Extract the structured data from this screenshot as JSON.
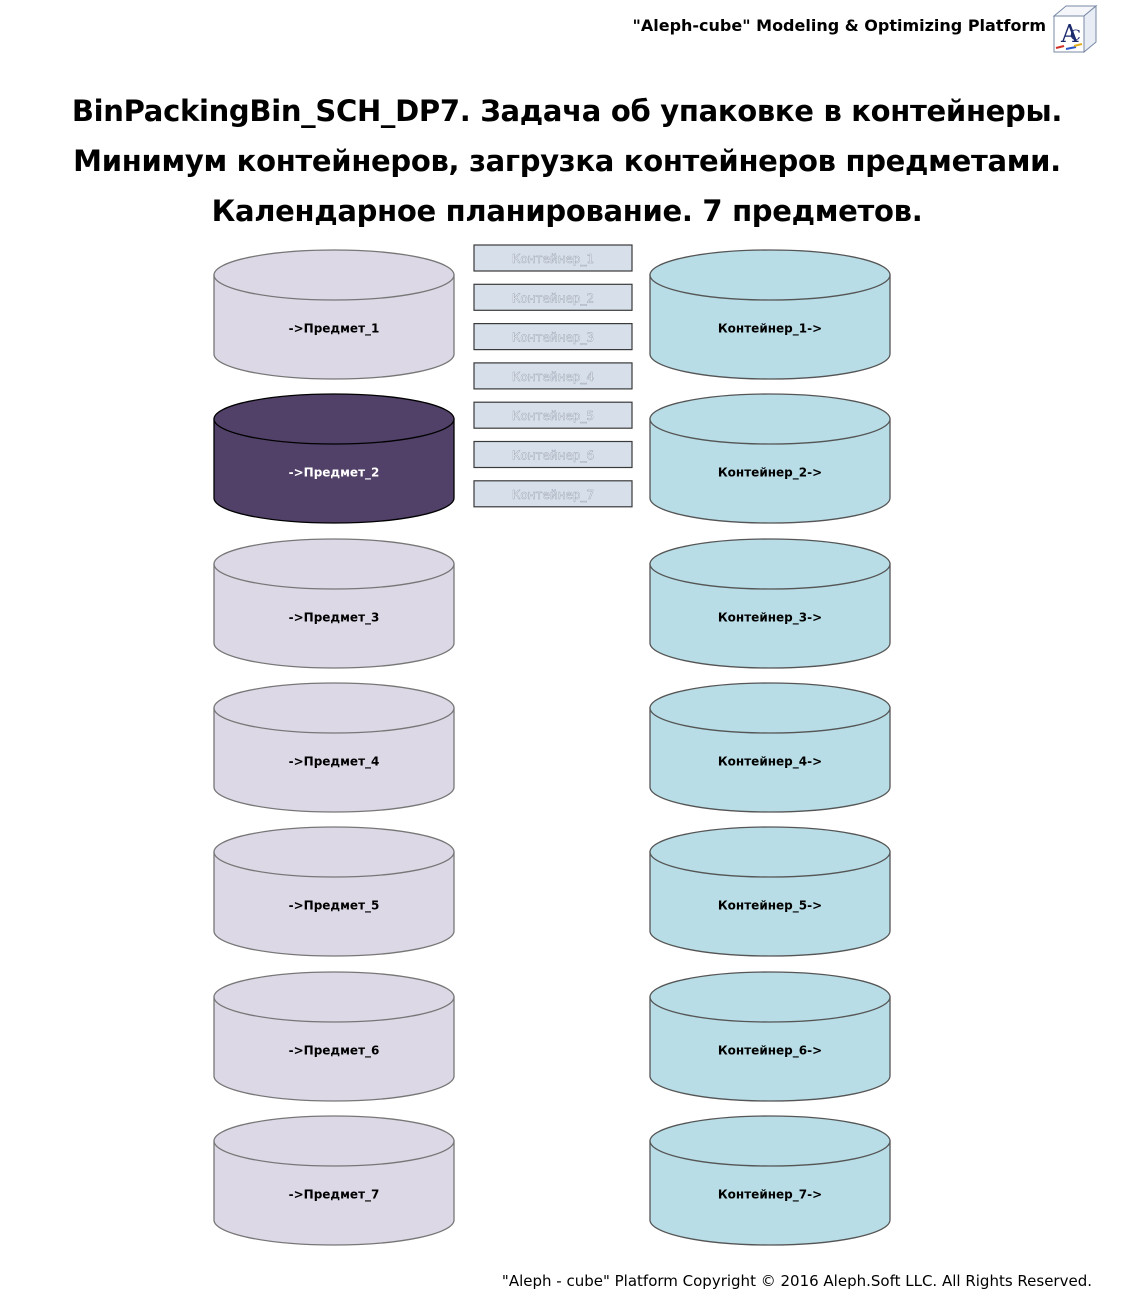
{
  "header": {
    "platform": "\"Aleph-cube\" Modeling & Optimizing Platform"
  },
  "title": {
    "line1": "BinPackingBin_SCH_DP7. Задача об упаковке в контейнеры.",
    "line2": "Минимум контейнеров, загрузка контейнеров предметами.",
    "line3": "Календарное планирование. 7 предметов."
  },
  "items": [
    {
      "label": "->Предмет_1",
      "selected": false
    },
    {
      "label": "->Предмет_2",
      "selected": true
    },
    {
      "label": "->Предмет_3",
      "selected": false
    },
    {
      "label": "->Предмет_4",
      "selected": false
    },
    {
      "label": "->Предмет_5",
      "selected": false
    },
    {
      "label": "->Предмет_6",
      "selected": false
    },
    {
      "label": "->Предмет_7",
      "selected": false
    }
  ],
  "containers": [
    {
      "label": "Контейнер_1->"
    },
    {
      "label": "Контейнер_2->"
    },
    {
      "label": "Контейнер_3->"
    },
    {
      "label": "Контейнер_4->"
    },
    {
      "label": "Контейнер_5->"
    },
    {
      "label": "Контейнер_6->"
    },
    {
      "label": "Контейнер_7->"
    }
  ],
  "buttons": [
    {
      "label": "Контейнер_1"
    },
    {
      "label": "Контейнер_2"
    },
    {
      "label": "Контейнер_3"
    },
    {
      "label": "Контейнер_4"
    },
    {
      "label": "Контейнер_5"
    },
    {
      "label": "Контейнер_6"
    },
    {
      "label": "Контейнер_7"
    }
  ],
  "colors": {
    "item_fill": "#dcd8e6",
    "item_selected_fill": "#514067",
    "container_fill": "#b8dde6",
    "button_fill": "#d6dfea",
    "button_text": "#ffffff"
  },
  "footer": {
    "copyright": "\"Aleph - cube\" Platform Copyright © 2016 Aleph.Soft LLC. All Rights Reserved."
  }
}
